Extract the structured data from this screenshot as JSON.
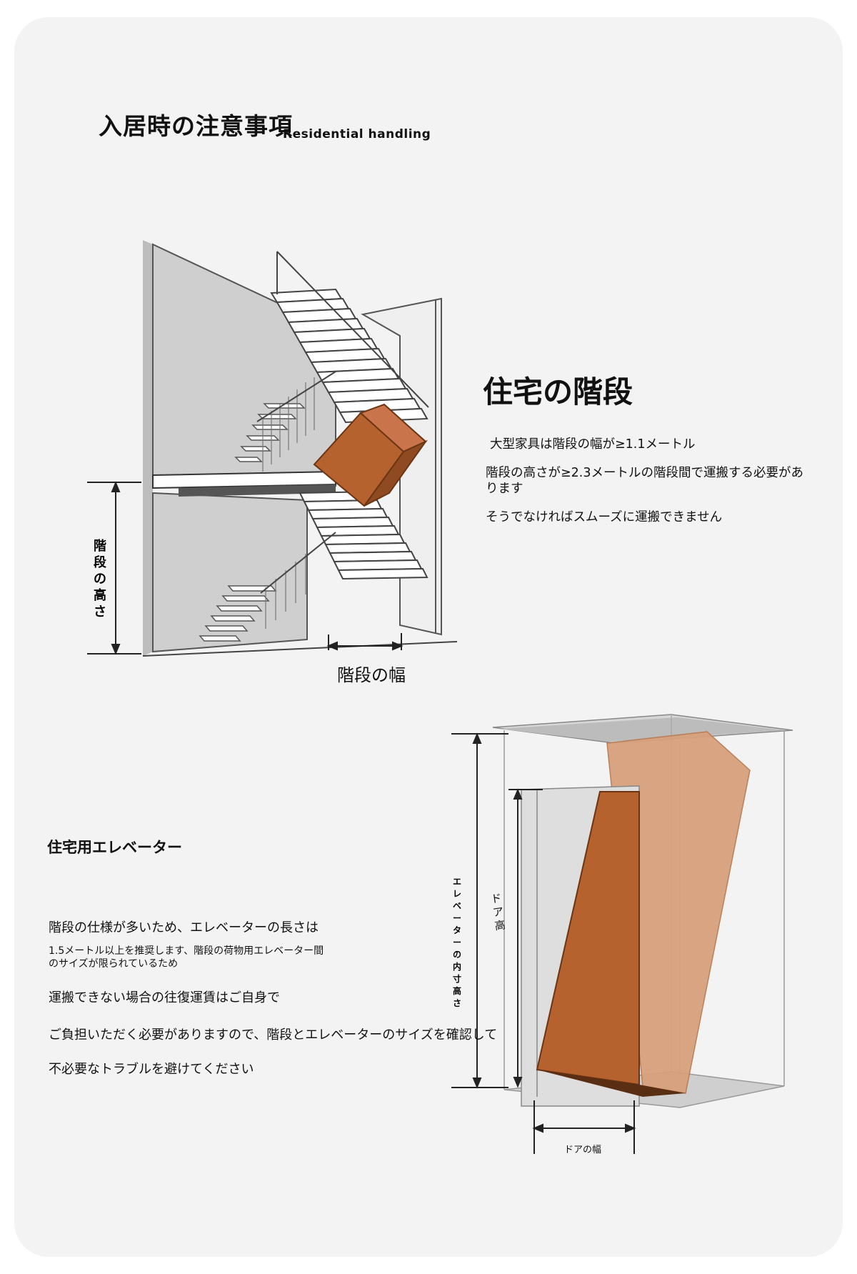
{
  "header": {
    "title_jp": "入居時の注意事項",
    "title_en": "Residential handling"
  },
  "stairs": {
    "heading": "住宅の階段",
    "paragraphs": [
      "大型家具は階段の幅が≥1.1メートル",
      "階段の高さが≥2.3メートルの階段間で運搬する必要があります",
      "そうでなければスムーズに運搬できません"
    ],
    "labels": {
      "height": "階段の高さ",
      "width": "階段の幅"
    }
  },
  "elevator": {
    "heading": "住宅用エレベーター",
    "line1": "階段の仕様が多いため、エレベーターの長さは",
    "line2a": "1.5メートル以上を推奨します、階段の荷物用エレベーター間",
    "line2b": "のサイズが限られているため",
    "line3": "運搬できない場合の往復運賃はご自身で",
    "line4": "ご負担いただく必要がありますので、階段とエレベーターのサイズを確認して",
    "line5": "不必要なトラブルを避けてください",
    "labels": {
      "inner_height": "エレベーターの内寸高さ",
      "door_height": "ドア高",
      "door_width": "ドアの幅"
    }
  },
  "colors": {
    "box_front": "#b5622f",
    "box_side": "#8f4a22",
    "box_top": "#c9744a",
    "elevator_box": "#d8a07c",
    "wall": "#d0d0d0",
    "background": "#f3f3f3"
  }
}
